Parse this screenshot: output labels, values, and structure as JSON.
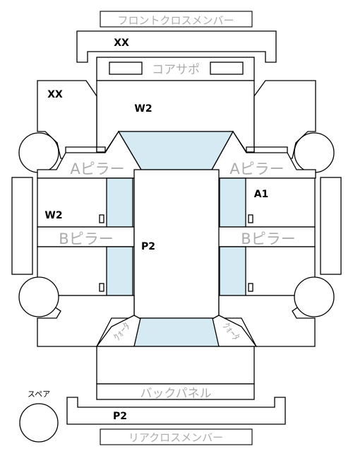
{
  "labels": {
    "front_cross_member": "フロントクロスメンバー",
    "core_support": "コアサポ",
    "a_pillar_left": "Aピラー",
    "a_pillar_right": "Aピラー",
    "b_pillar_left": "Bピラー",
    "b_pillar_right": "Bピラー",
    "quarter_left": "ｸｫｰﾀ",
    "quarter_right": "ｸｫｰﾀ",
    "back_panel": "バックパネル",
    "rear_cross_member": "リアクロスメンバー",
    "spare": "スペア"
  },
  "codes": {
    "front_cross_member": "XX",
    "front_fender_left": "XX",
    "hood": "W2",
    "front_door_right": "A1",
    "rear_door_left": "W2",
    "roof": "P2",
    "rear_cross_member": "P2"
  }
}
